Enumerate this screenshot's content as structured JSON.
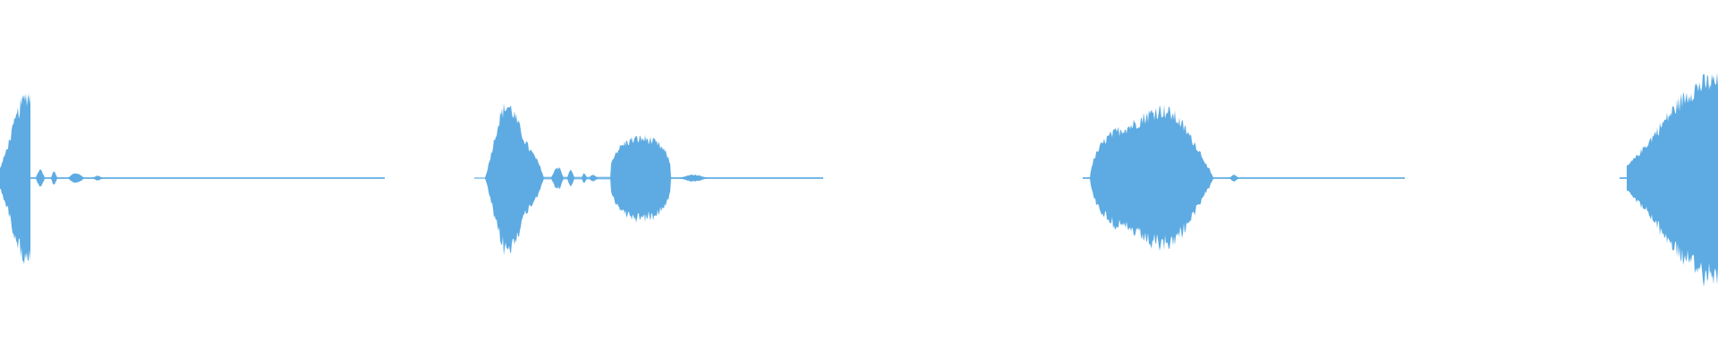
{
  "waveform": {
    "color": "#5dabe2",
    "background": "#ffffff",
    "duration_units": 1920,
    "bursts": [
      {
        "start": 0,
        "end": 34,
        "peak": 0.58,
        "shape": "ramp-up"
      },
      {
        "start": 542,
        "end": 608,
        "peak": 0.53,
        "shape": "rise-decay"
      },
      {
        "start": 682,
        "end": 750,
        "peak": 0.25,
        "shape": "flat"
      },
      {
        "start": 1218,
        "end": 1352,
        "peak": 0.45,
        "shape": "wide"
      },
      {
        "start": 1818,
        "end": 1920,
        "peak": 0.68,
        "shape": "ramp-up"
      }
    ],
    "blips": [
      {
        "start": 40,
        "end": 50,
        "peak": 0.05
      },
      {
        "start": 57,
        "end": 64,
        "peak": 0.04
      },
      {
        "start": 76,
        "end": 94,
        "peak": 0.03
      },
      {
        "start": 104,
        "end": 114,
        "peak": 0.015
      },
      {
        "start": 616,
        "end": 630,
        "peak": 0.07
      },
      {
        "start": 634,
        "end": 642,
        "peak": 0.05
      },
      {
        "start": 650,
        "end": 656,
        "peak": 0.03
      },
      {
        "start": 658,
        "end": 668,
        "peak": 0.02
      },
      {
        "start": 760,
        "end": 790,
        "peak": 0.02
      },
      {
        "start": 1344,
        "end": 1356,
        "peak": 0.06
      },
      {
        "start": 1374,
        "end": 1384,
        "peak": 0.02
      }
    ],
    "noise_segments": [
      {
        "start": 34,
        "end": 430,
        "level": 0.006
      },
      {
        "start": 530,
        "end": 542,
        "level": 0.004
      },
      {
        "start": 608,
        "end": 682,
        "level": 0.008
      },
      {
        "start": 750,
        "end": 920,
        "level": 0.006
      },
      {
        "start": 1210,
        "end": 1218,
        "level": 0.006
      },
      {
        "start": 1352,
        "end": 1570,
        "level": 0.006
      },
      {
        "start": 1810,
        "end": 1818,
        "level": 0.006
      }
    ]
  }
}
